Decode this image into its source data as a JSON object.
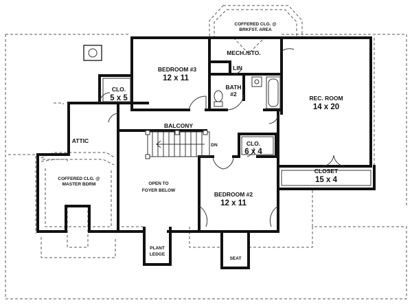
{
  "rooms": {
    "bedroom3": {
      "name": "BEDROOM #3",
      "size": "12 x 11"
    },
    "bedroom2": {
      "name": "BEDROOM #2",
      "size": "12 x 11"
    },
    "rec_room": {
      "name": "REC. ROOM",
      "size": "14 x 20"
    },
    "closet_main": {
      "name": "CLOSET",
      "size": "15 x 4"
    },
    "closet_small_left": {
      "name": "CLO.",
      "size": "5 x 5"
    },
    "closet_small_right": {
      "name": "CLO.",
      "size": "6 x 4"
    },
    "bath2": {
      "name": "BATH",
      "size": "#2"
    },
    "mech": {
      "name": "MECH./STO."
    },
    "linen": {
      "name": "LIN"
    },
    "balcony": {
      "name": "BALCONY"
    },
    "attic": {
      "name": "ATTIC"
    },
    "open_foyer": {
      "line1": "OPEN TO",
      "line2": "FOYER BELOW"
    },
    "plant_ledge": {
      "line1": "PLANT",
      "line2": "LEDGE"
    },
    "seat": {
      "name": "SEAT"
    },
    "stair_dn": {
      "name": "DN"
    }
  },
  "ceilings": {
    "breakfast": {
      "line1": "COFFERED CLG. @",
      "line2": "BRKFST. AREA"
    },
    "master": {
      "line1": "COFFERED CLG. @",
      "line2": "MASTER BDRM"
    }
  }
}
